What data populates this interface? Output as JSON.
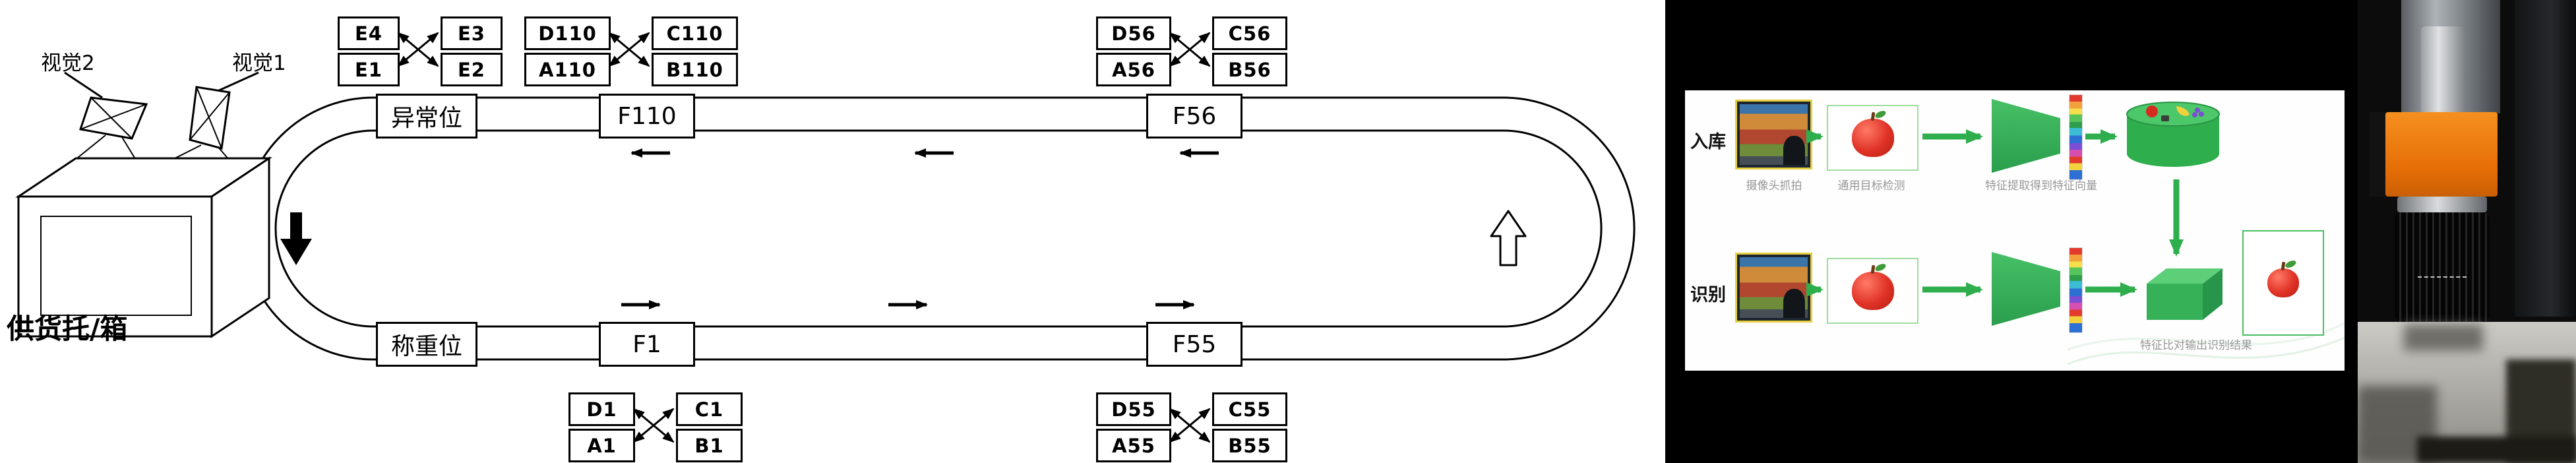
{
  "left": {
    "vision2": "视觉2",
    "vision1": "视觉1",
    "supply": "供货托/箱",
    "stations": {
      "top": [
        "异常位",
        "F110",
        "F56"
      ],
      "bottom": [
        "称重位",
        "F1",
        "F55"
      ]
    },
    "clusters": [
      {
        "cells": [
          "E4",
          "E3",
          "E1",
          "E2"
        ]
      },
      {
        "cells": [
          "D110",
          "C110",
          "A110",
          "B110"
        ]
      },
      {
        "cells": [
          "D56",
          "C56",
          "A56",
          "B56"
        ]
      },
      {
        "cells": [
          "D1",
          "C1",
          "A1",
          "B1"
        ]
      },
      {
        "cells": [
          "D55",
          "C55",
          "A55",
          "B55"
        ]
      }
    ]
  },
  "pipeline": {
    "enroll_label": "入库",
    "recognize_label": "识别",
    "captions": {
      "capture": "摄像头抓拍",
      "detect": "通用目标检测",
      "feature": "特征提取得到特征向量",
      "match": "特征比对输出识别结果"
    },
    "colors": {
      "accent_green": "#2fae4e",
      "highlight_yellow": "#e3cf3e",
      "camera_orange": "#ec7b12"
    }
  }
}
